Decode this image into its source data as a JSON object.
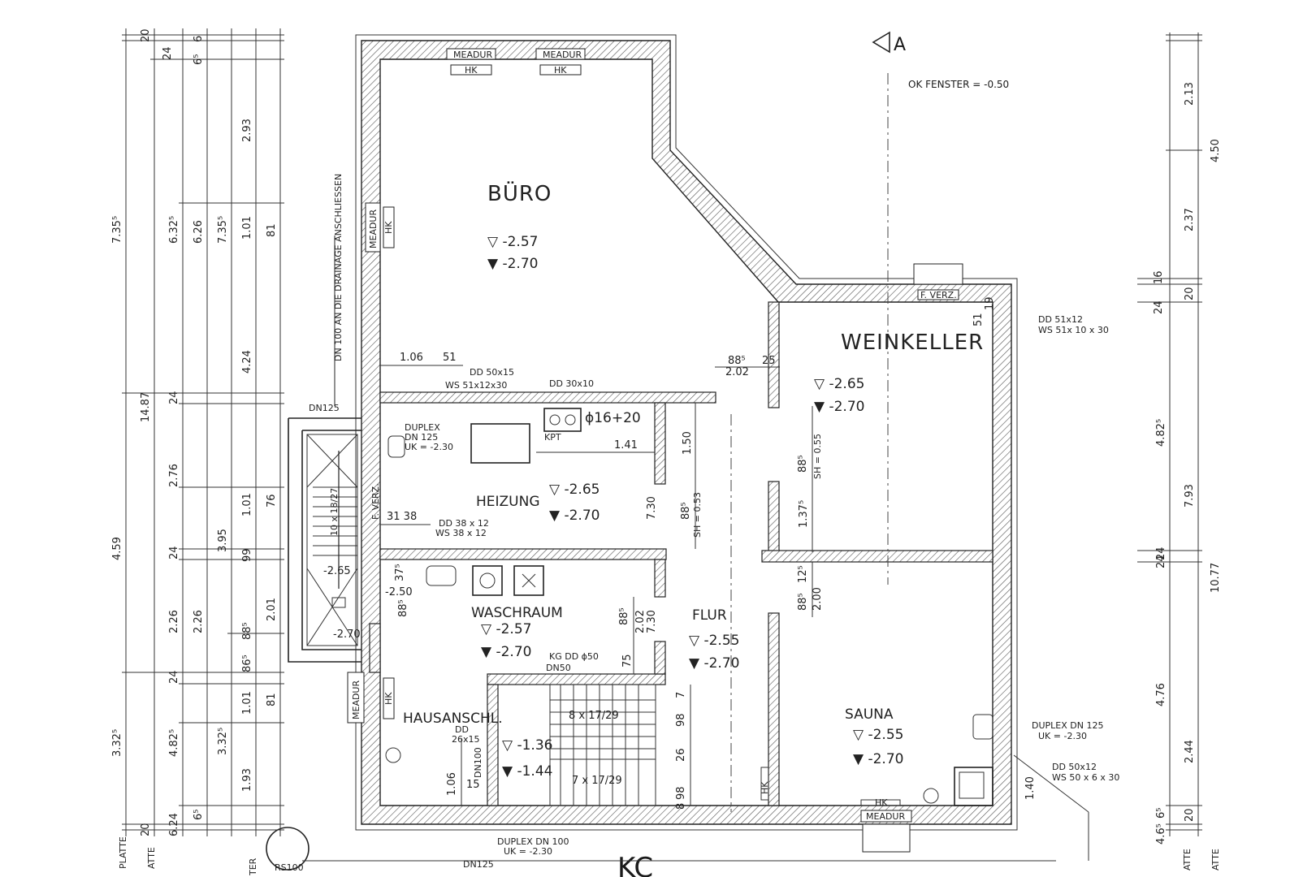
{
  "section_marker": "A",
  "ok_fenster": "OK FENSTER = -0.50",
  "rooms": {
    "buero": {
      "name": "BÜRO",
      "level_top": "▽ -2.57",
      "level_bottom": "▼ -2.70"
    },
    "weinkeller": {
      "name": "WEINKELLER",
      "level_top": "▽ -2.65",
      "level_bottom": "▼ -2.70"
    },
    "heizung": {
      "name": "HEIZUNG",
      "level_top": "▽ -2.65",
      "level_bottom": "▼ -2.70"
    },
    "waschraum": {
      "name": "WASCHRAUM",
      "level_top": "▽ -2.57",
      "level_bottom": "▼ -2.70"
    },
    "flur": {
      "name": "FLUR",
      "level_top": "▽ -2.55",
      "level_bottom": "▼ -2.70"
    },
    "sauna": {
      "name": "SAUNA",
      "level_top": "▽ -2.55",
      "level_bottom": "▼ -2.70"
    },
    "hausanschl": {
      "name": "HAUSANSCHL."
    },
    "lichtschacht": {
      "level_top": "-2.65",
      "level_bottom": "-2.70"
    },
    "treppe_podest": {
      "level_top": "▽ -1.36",
      "level_bottom": "▼ -1.44"
    }
  },
  "stairs": {
    "upper": "8 x 17/29",
    "lower": "7 x 17/29",
    "light_well": "10 x 18/27"
  },
  "windows": {
    "meadur": "MEADUR",
    "hk": "HK",
    "f_verz": "F. VERZ."
  },
  "notes": {
    "drainage": "DN 100 AN DIE DRAINAGE ANSCHLIESSEN",
    "dn125": "DN125",
    "duplex_heizung": [
      "DUPLEX",
      "DN 125",
      "UK = -2.30"
    ],
    "dd50x15": [
      "DD 50x15",
      "WS 51x12x30"
    ],
    "dd30x10": "DD 30x10",
    "phi": "ϕ16+20",
    "kpt": "KPT",
    "dd38x12": [
      "DD 38 x 12",
      "WS 38 x 12"
    ],
    "kg_dd": [
      "KG DD ϕ50",
      "DN50"
    ],
    "dd51x12": [
      "DD 51x12",
      "WS 51x 10 x 30"
    ],
    "duplex_sauna": [
      "DUPLEX DN 125",
      "UK = -2.30"
    ],
    "dd50x12": [
      "DD 50x12",
      "WS 50 x 6 x 30"
    ],
    "dd26x15": [
      "DD",
      "26x15"
    ],
    "dn100": "DN100",
    "duplex_dn100": [
      "DUPLEX DN 100",
      "UK = -2.30"
    ],
    "dn125_bottom": "DN125",
    "rs100": "RS100",
    "sh055": "SH = 0.55",
    "sh053": "SH = 0.53",
    "kc": "KC",
    "platte": "PLATTE",
    "atte": "ATTE",
    "ter": "TER"
  },
  "dims_left": {
    "c1": [
      "7.35⁵"
    ],
    "c2": [
      "14.87",
      "4.59",
      "3.32⁵"
    ],
    "c3": [
      "6.32⁵",
      "24",
      "2.76",
      "24",
      "2.26",
      "24",
      "4.82⁵",
      "6.24"
    ],
    "c4": [
      "6.26",
      "3.95",
      "2.26",
      "6⁵"
    ],
    "c5": [
      "7.35⁵",
      "88⁵",
      "86⁵",
      "3.32⁵"
    ],
    "c6": [
      "2.93",
      "1.01",
      "4.24",
      "1.01",
      "99",
      "2.01",
      "1.01",
      "1.93"
    ],
    "c7": [
      "81",
      "76",
      "81",
      "20"
    ],
    "top": [
      "20",
      "24",
      "6",
      "6⁵"
    ]
  },
  "dims_right": {
    "c1": [
      "2.13",
      "2.37",
      "24",
      "4.82⁵",
      "24",
      "4.76",
      "2.44",
      "6⁵",
      "20"
    ],
    "c2": [
      "4.50",
      "16",
      "20",
      "7.93",
      "10.77",
      "24",
      "4.6⁵"
    ],
    "inner": [
      "51",
      "19"
    ]
  },
  "dims_inner": {
    "d106": "1.06",
    "d51": "51",
    "d88": "88⁵",
    "d25": "25",
    "d202": "2.02",
    "d141": "1.41",
    "d150": "1.50",
    "d730a": "7.30",
    "d885a": "88⁵",
    "d3138": "31 38",
    "d375": "37⁵",
    "d885b": "88⁵",
    "d885c": "88⁵",
    "d202b": "2.02",
    "d730b": "7.30",
    "d75": "75",
    "d137": "1.37⁵",
    "d885d": "88⁵",
    "d885e": "88⁵",
    "d125": "12⁵",
    "d200": "2.00",
    "d98": "98",
    "d26": "26",
    "d98b": "98",
    "d8": "8",
    "d7": "7",
    "d106b": "1.06",
    "d15": "15",
    "d140": "1.40",
    "d250": "-2.50"
  }
}
